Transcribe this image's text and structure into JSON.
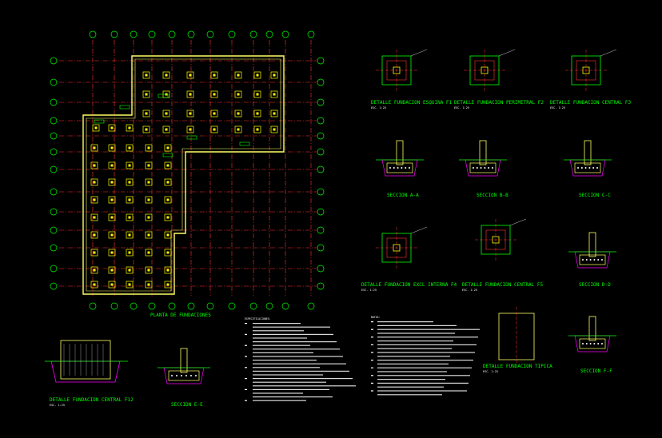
{
  "drawing": {
    "plan_title": "PLANTA DE FUNDACIONES",
    "details": [
      {
        "key": "f1",
        "title": "DETALLE FUNDACION ESQUINA F1",
        "scale": "ESC. 1:25"
      },
      {
        "key": "f2",
        "title": "DETALLE FUNDACION PERIMETRAL F2",
        "scale": "ESC. 1:25"
      },
      {
        "key": "f3",
        "title": "DETALLE FUNDACION CENTRAL F3",
        "scale": "ESC. 1:25"
      },
      {
        "key": "f4",
        "title": "DETALLE FUNDACION EXCL INTERNA F4",
        "scale": "ESC. 1:25"
      },
      {
        "key": "f5",
        "title": "DETALLE FUNDACION CENTRAL F5",
        "scale": "ESC. 1:25"
      },
      {
        "key": "f12",
        "title": "DETALLE FUNDACION CENTRAL F12",
        "scale": "ESC. 1:25"
      },
      {
        "key": "dt",
        "title": "DETALLE FUNDACION TIPICA",
        "scale": "ESC. 1:25"
      }
    ],
    "sections": [
      "SECCION A-A",
      "SECCION B-B",
      "SECCION C-C",
      "SECCION D-D",
      "SECCION E-E",
      "SECCION F-F"
    ],
    "notes_left_heading": "ESPECIFICACIONES:",
    "notes_right_heading": "NOTAS:"
  },
  "colors": {
    "background": "#000000",
    "grid": "#ff3333",
    "walls": "#ffff66",
    "footing": "#00ff00",
    "text": "#ffffff",
    "accent": "#ff00ff",
    "column": "#ffff00"
  }
}
